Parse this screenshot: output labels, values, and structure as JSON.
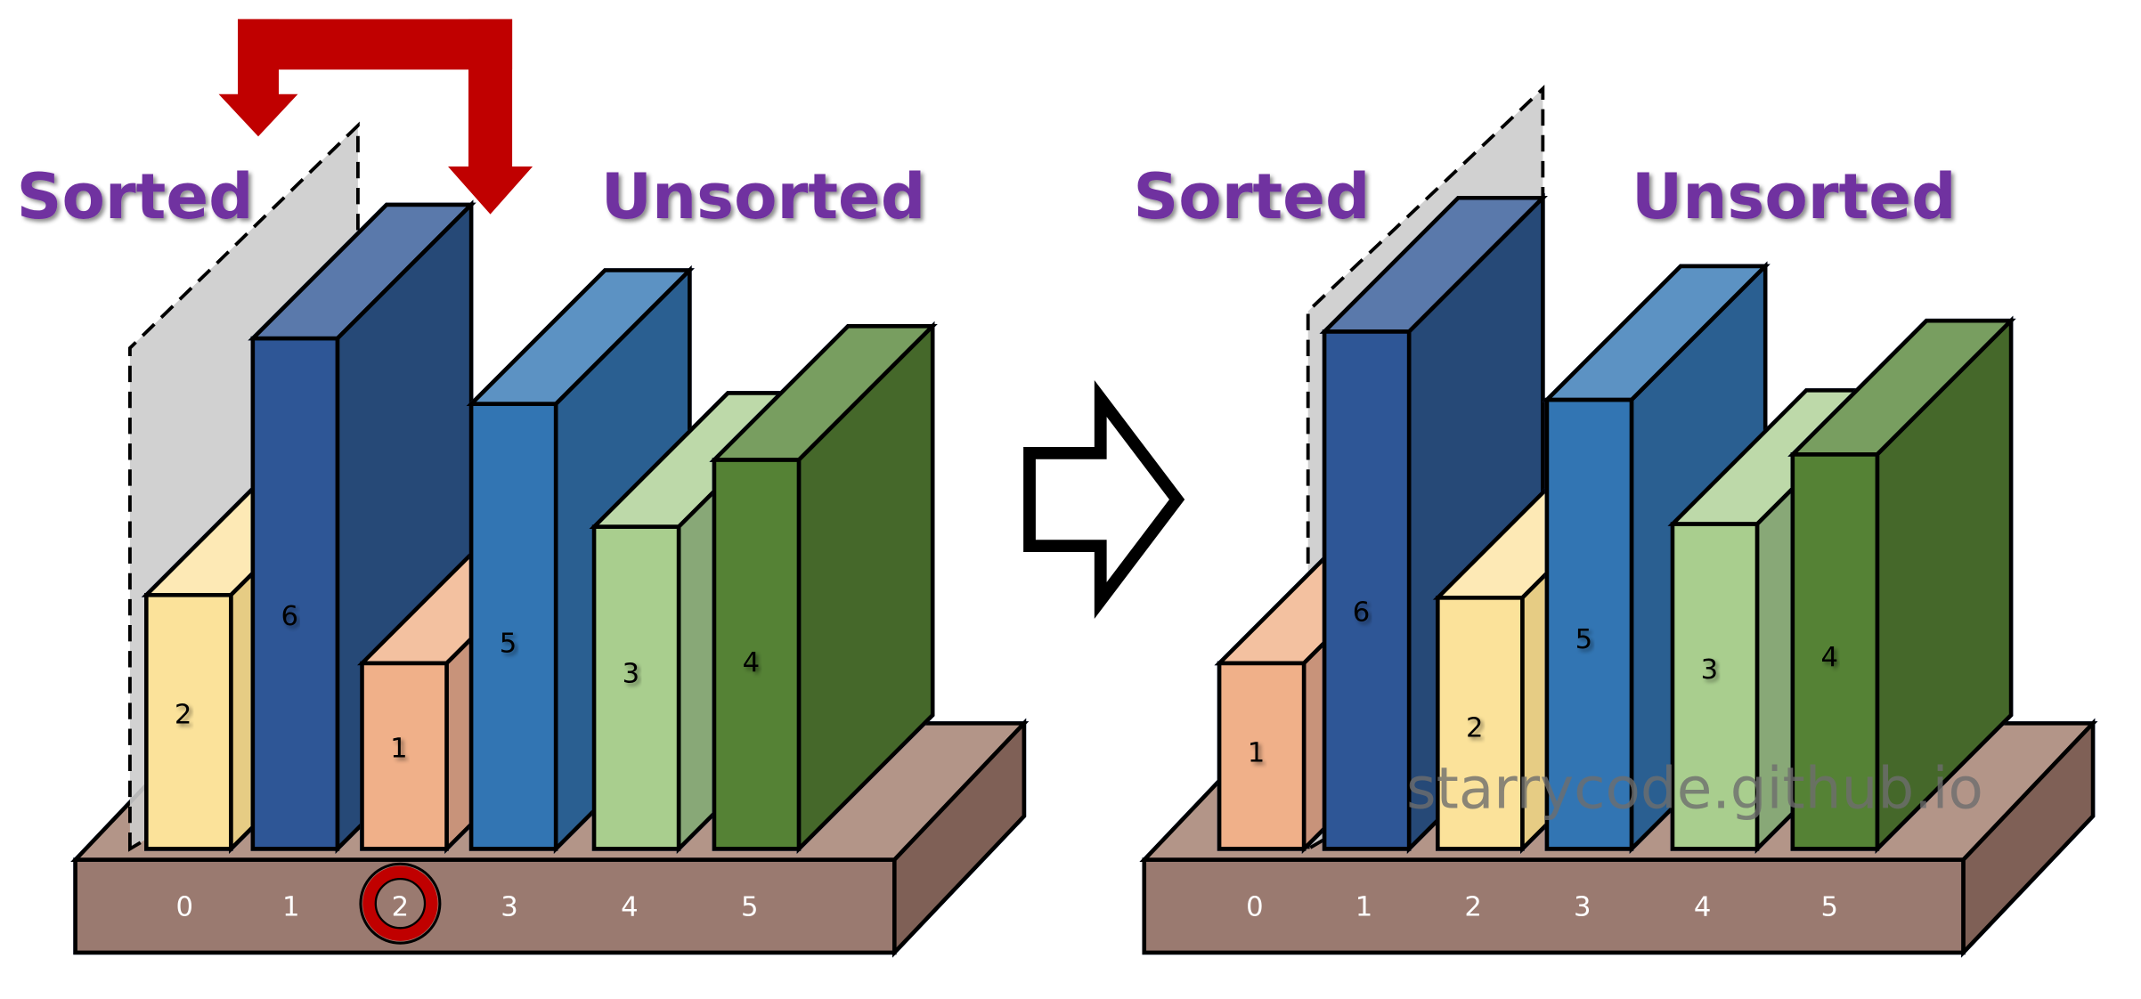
{
  "colors": {
    "label_purple": "#7030a0",
    "arrow_red": "#c00000",
    "base_front": "#9a7a70",
    "base_top": "#b39588",
    "base_side": "#7f6156",
    "plane": "#cccccc"
  },
  "before": {
    "sorted_label": "Sorted",
    "unsorted_label": "Unsorted",
    "bars": [
      {
        "value": "2",
        "color": "yellow"
      },
      {
        "value": "6",
        "color": "navy"
      },
      {
        "value": "1",
        "color": "salmon"
      },
      {
        "value": "5",
        "color": "blue"
      },
      {
        "value": "3",
        "color": "lightgreen"
      },
      {
        "value": "4",
        "color": "green"
      }
    ],
    "indices": [
      "0",
      "1",
      "2",
      "3",
      "4",
      "5"
    ],
    "highlighted_index": "2"
  },
  "after": {
    "sorted_label": "Sorted",
    "unsorted_label": "Unsorted",
    "bars": [
      {
        "value": "1",
        "color": "salmon"
      },
      {
        "value": "6",
        "color": "navy"
      },
      {
        "value": "2",
        "color": "yellow"
      },
      {
        "value": "5",
        "color": "blue"
      },
      {
        "value": "3",
        "color": "lightgreen"
      },
      {
        "value": "4",
        "color": "green"
      }
    ],
    "indices": [
      "0",
      "1",
      "2",
      "3",
      "4",
      "5"
    ]
  },
  "palette": {
    "yellow": [
      "#fbe29a",
      "#fde9b5",
      "#e6cc84"
    ],
    "navy": [
      "#2f5796",
      "#5a79ab",
      "#284877"
    ],
    "salmon": [
      "#f0b089",
      "#f3c1a0",
      "#c8937a"
    ],
    "blue": [
      "#3275b3",
      "#5b92c3",
      "#2b5f91"
    ],
    "lightgreen": [
      "#a9ce8e",
      "#bdd9a9",
      "#88a877"
    ],
    "green": [
      "#548235",
      "#789e61",
      "#45672c"
    ]
  },
  "watermark": "starrycode.github.io",
  "transition_arrow_icon": "right-arrow-outline"
}
